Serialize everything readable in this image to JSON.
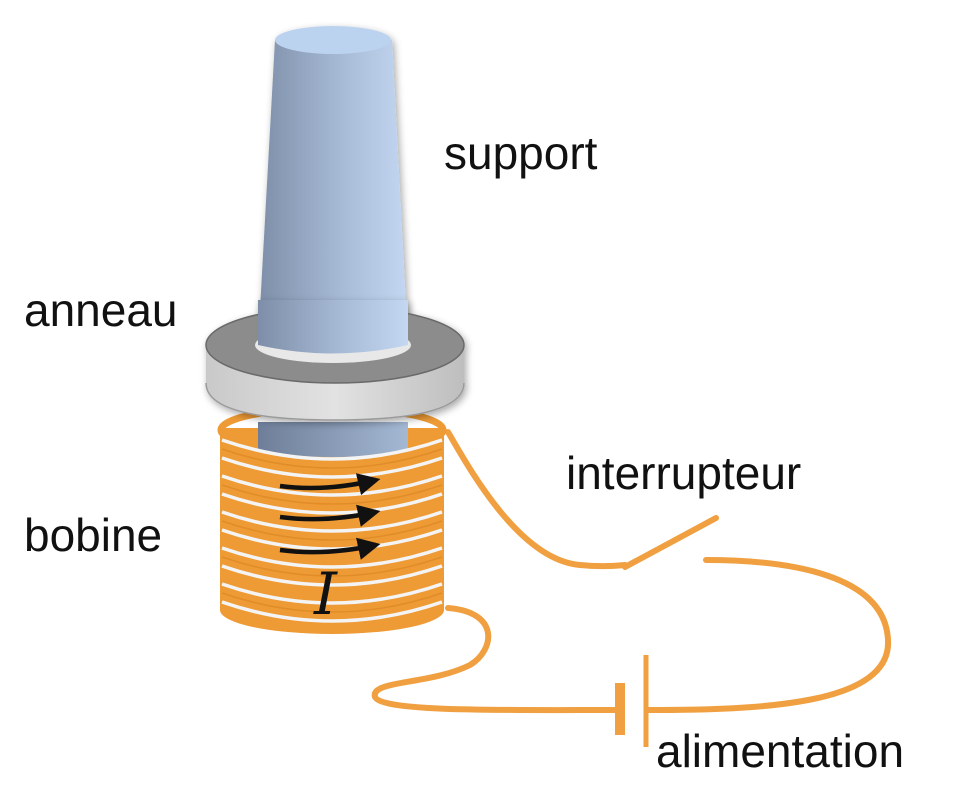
{
  "labels": {
    "support": "support",
    "anneau": "anneau",
    "bobine": "bobine",
    "interrupteur": "interrupteur",
    "alimentation": "alimentation",
    "current": "I"
  },
  "colors": {
    "wire": "#F0A040",
    "coil": "#EE9A35",
    "coil_dark": "#D88420",
    "support_light": "#BCD3F0",
    "support_dark": "#7E8EA8",
    "ring_top": "#8C8C8C",
    "ring_side": "#D2D2D2",
    "arrow": "#111111",
    "text": "#111111"
  },
  "icons": [
    "coil-icon",
    "support-rod-icon",
    "ring-icon",
    "switch-icon",
    "battery-icon",
    "current-arrow-icon"
  ]
}
